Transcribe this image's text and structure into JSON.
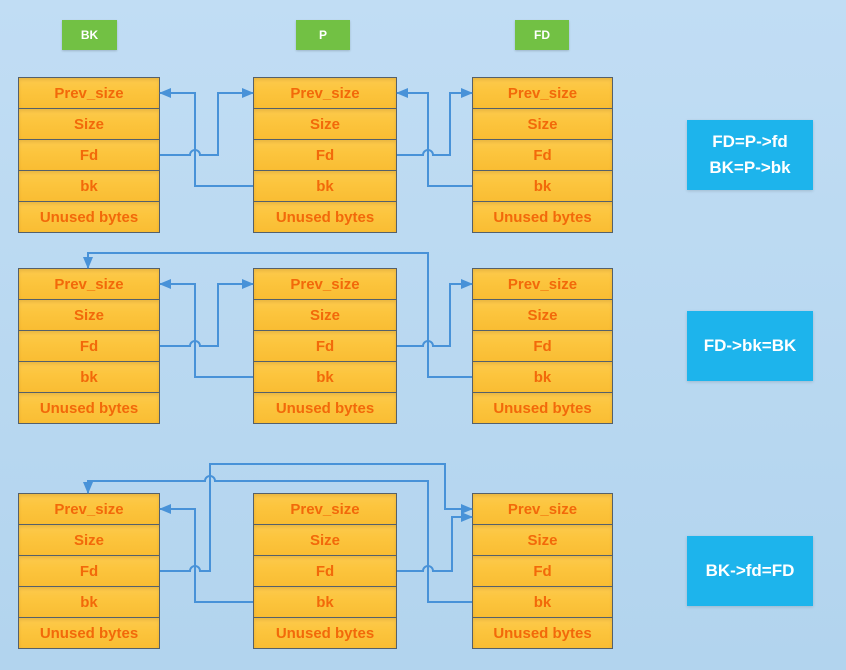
{
  "colors": {
    "background_top": "#c1ddf4",
    "background_bottom": "#b2d4ee",
    "cell_fill": "#fcc53e",
    "cell_border": "#55606a",
    "cell_text": "#f2690a",
    "arrow": "#4892d8",
    "chunk_label_bg": "#72c144",
    "annotation_bg": "#1db4ec"
  },
  "chunk_labels": [
    "BK",
    "P",
    "FD"
  ],
  "chunk_fields": [
    "Prev_size",
    "Size",
    "Fd",
    "bk",
    "Unused bytes"
  ],
  "annotations": [
    {
      "lines": [
        "FD=P->fd",
        "BK=P->bk"
      ]
    },
    {
      "lines": [
        "FD->bk=BK"
      ]
    },
    {
      "lines": [
        "BK->fd=FD"
      ]
    }
  ],
  "edges": [
    {
      "row": 1,
      "pointer": "P->bk",
      "points_to": "BK"
    },
    {
      "row": 1,
      "pointer": "BK->fd",
      "points_to": "P"
    },
    {
      "row": 1,
      "pointer": "FD->bk",
      "points_to": "P"
    },
    {
      "row": 1,
      "pointer": "P->fd",
      "points_to": "FD"
    },
    {
      "row": 2,
      "pointer": "P->bk",
      "points_to": "BK"
    },
    {
      "row": 2,
      "pointer": "BK->fd",
      "points_to": "P"
    },
    {
      "row": 2,
      "pointer": "P->fd",
      "points_to": "FD"
    },
    {
      "row": 2,
      "pointer": "FD->bk",
      "points_to": "BK"
    },
    {
      "row": 3,
      "pointer": "P->bk",
      "points_to": "BK"
    },
    {
      "row": 3,
      "pointer": "BK->fd",
      "points_to": "FD"
    },
    {
      "row": 3,
      "pointer": "P->fd",
      "points_to": "FD"
    },
    {
      "row": 3,
      "pointer": "FD->bk",
      "points_to": "BK"
    }
  ]
}
